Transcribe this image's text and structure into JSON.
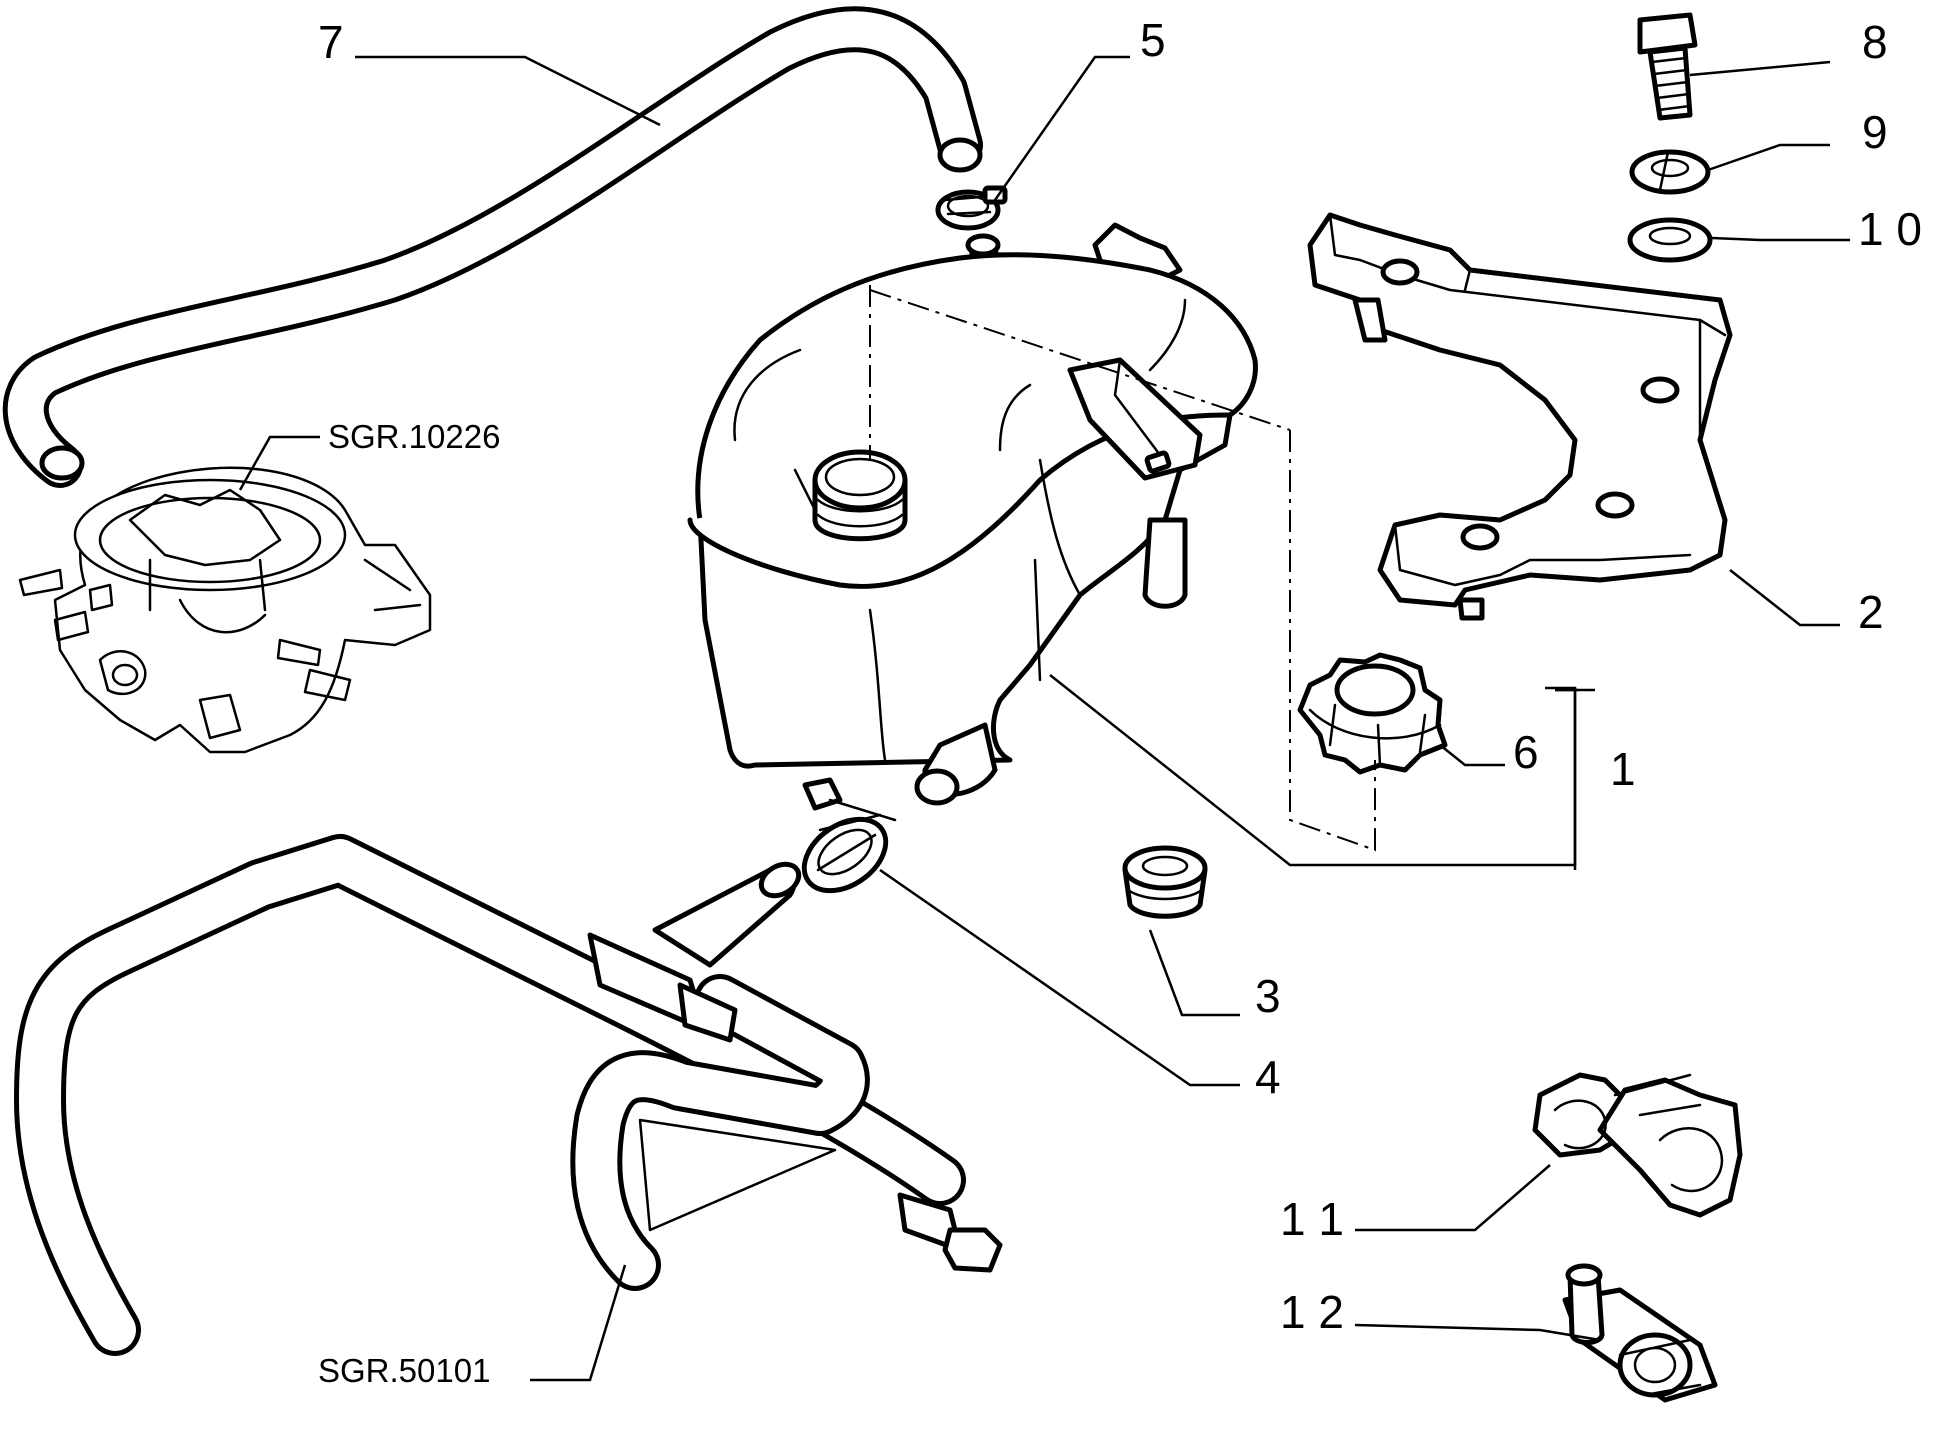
{
  "callouts": [
    {
      "id": "c7",
      "text": "7"
    },
    {
      "id": "c5",
      "text": "5"
    },
    {
      "id": "c8",
      "text": "8"
    },
    {
      "id": "c9",
      "text": "9"
    },
    {
      "id": "c10",
      "text": "1 0"
    },
    {
      "id": "c2",
      "text": "2"
    },
    {
      "id": "c6",
      "text": "6"
    },
    {
      "id": "c1",
      "text": "1"
    },
    {
      "id": "c3",
      "text": "3"
    },
    {
      "id": "c4",
      "text": "4"
    },
    {
      "id": "c11",
      "text": "1 1"
    },
    {
      "id": "c12",
      "text": "1 2"
    }
  ],
  "references": [
    {
      "id": "r1",
      "text": "SGR.10226"
    },
    {
      "id": "r2",
      "text": "SGR.50101"
    }
  ]
}
